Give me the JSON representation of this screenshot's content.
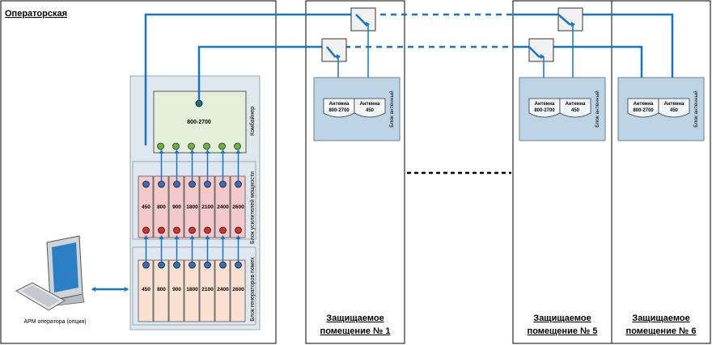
{
  "operator_room": {
    "title": "Операторская"
  },
  "rack": {
    "combiner": {
      "label": "Комбайнер",
      "band": "800-2700"
    },
    "amplifier": {
      "label": "Блок усилителей мощности"
    },
    "generator": {
      "label": "Блок генераторов помех"
    },
    "frequencies": [
      "450",
      "800",
      "900",
      "1800",
      "2100",
      "2400",
      "2600"
    ]
  },
  "workstation": {
    "label": "АРМ оператора (опция)"
  },
  "rooms": [
    {
      "title": "Защищаемое помещение № 1",
      "block_label": "Блок антенный",
      "ant1": "Антенна 800-2700",
      "ant2": "Антенна 450"
    },
    {
      "title": "Защищаемое помещение № 5",
      "block_label": "Блок антенный",
      "ant1": "Антенна 800-2700",
      "ant2": "Антенна 450"
    },
    {
      "title": "Защищаемое помещение № 6",
      "block_label": "Блок антенный",
      "ant1": "Антенна 800-2700",
      "ant2": "Антенна 450"
    }
  ],
  "colors": {
    "cable": "#1874c6",
    "room_fill": "#bdd3e6",
    "combiner_fill": "#e4efd9",
    "amplifier_fill": "#f4c9c9",
    "generator_fill": "#fbe1d2",
    "rack_fill": "#dfe7f0"
  }
}
